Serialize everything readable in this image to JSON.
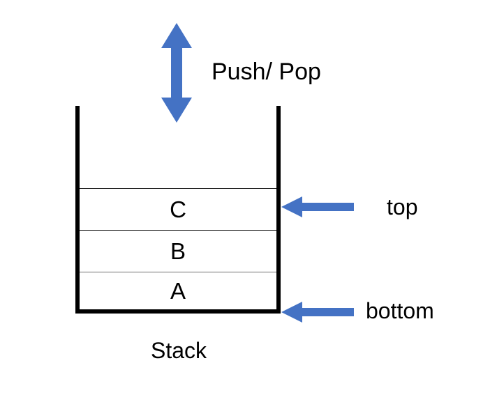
{
  "diagram": {
    "title_label": "Stack",
    "push_pop_label": "Push/ Pop",
    "top_label": "top",
    "bottom_label": "bottom",
    "accent_color": "#4472C4",
    "outline_color": "#000000",
    "background_color": "#FFFFFF",
    "cells": [
      {
        "value": "C",
        "position": "top"
      },
      {
        "value": "B",
        "position": "middle"
      },
      {
        "value": "A",
        "position": "bottom"
      }
    ],
    "icons": {
      "push_pop_arrow": "double-headed-vertical-arrow",
      "top_pointer": "left-arrow",
      "bottom_pointer": "left-arrow"
    }
  }
}
